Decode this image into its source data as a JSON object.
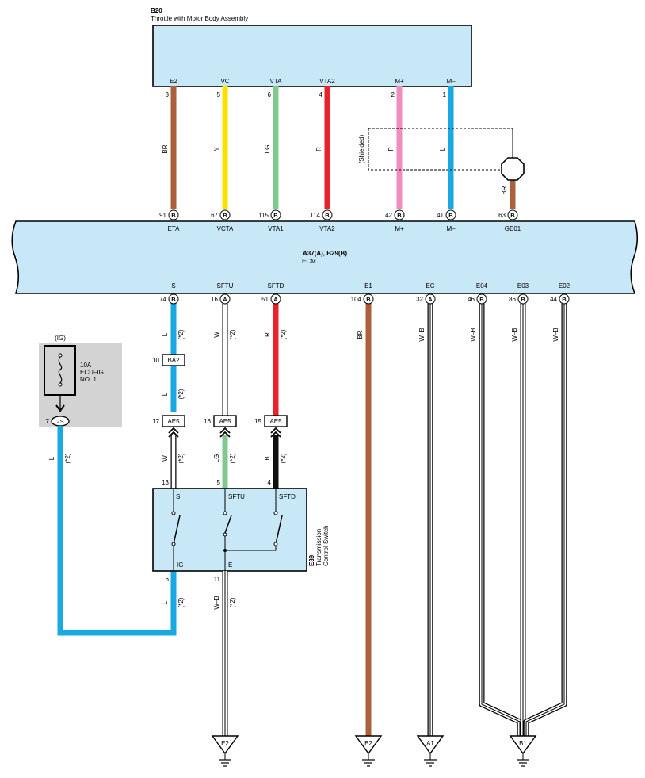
{
  "throttle": {
    "id": "B20",
    "name": "Throttle with Motor Body Assembly",
    "pins": [
      {
        "label": "E2",
        "num": "3",
        "wire": "BR"
      },
      {
        "label": "VC",
        "num": "5",
        "wire": "Y"
      },
      {
        "label": "VTA",
        "num": "6",
        "wire": "LG"
      },
      {
        "label": "VTA2",
        "num": "4",
        "wire": "R"
      },
      {
        "label": "M+",
        "num": "2",
        "wire": "P"
      },
      {
        "label": "M–",
        "num": "1",
        "wire": "L"
      }
    ],
    "shielded": "(Shielded)",
    "shield_wire": "BR"
  },
  "ecm": {
    "id": "A37(A), B29(B)",
    "name": "ECM",
    "top_pins": [
      {
        "label": "ETA",
        "num": "91",
        "conn": "B"
      },
      {
        "label": "VCTA",
        "num": "67",
        "conn": "B"
      },
      {
        "label": "VTA1",
        "num": "115",
        "conn": "B"
      },
      {
        "label": "VTA2",
        "num": "114",
        "conn": "B"
      },
      {
        "label": "M+",
        "num": "42",
        "conn": "B"
      },
      {
        "label": "M–",
        "num": "41",
        "conn": "B"
      },
      {
        "label": "GE01",
        "num": "63",
        "conn": "B"
      }
    ],
    "bottom_pins": [
      {
        "label": "S",
        "num": "74",
        "conn": "B"
      },
      {
        "label": "SFTU",
        "num": "16",
        "conn": "A"
      },
      {
        "label": "SFTD",
        "num": "51",
        "conn": "A"
      },
      {
        "label": "E1",
        "num": "104",
        "conn": "B"
      },
      {
        "label": "EC",
        "num": "32",
        "conn": "A"
      },
      {
        "label": "E04",
        "num": "46",
        "conn": "B"
      },
      {
        "label": "E03",
        "num": "86",
        "conn": "B"
      },
      {
        "label": "E02",
        "num": "44",
        "conn": "B"
      }
    ]
  },
  "fuse": {
    "ig": "(IG)",
    "rating": "10A",
    "name1": "ECU–IG",
    "name2": "NO. 1",
    "conn_num": "7",
    "conn": "2S"
  },
  "wire_labels": {
    "fuse_out": "L",
    "note": "(*2)",
    "s_upper": "L",
    "s_mid": "L",
    "s_lower": "W",
    "sftu_upper": "W",
    "sftu_lower": "LG",
    "sftd_upper": "R",
    "sftd_lower": "B",
    "ig_out": "L",
    "e_out": "W–B",
    "e1": "BR",
    "ec": "W–B",
    "e04": "W–B",
    "e03": "W–B",
    "e02": "W–B"
  },
  "junctions": {
    "ba2": {
      "num": "10",
      "name": "BA2"
    },
    "ae5": [
      {
        "num": "17",
        "name": "AE5"
      },
      {
        "num": "16",
        "name": "AE5"
      },
      {
        "num": "15",
        "name": "AE5"
      }
    ]
  },
  "switch": {
    "id": "E39",
    "name1": "Transmission",
    "name2": "Control Switch",
    "pin_nums": [
      "13",
      "5",
      "4"
    ],
    "pin_labels": [
      "S",
      "SFTU",
      "SFTD"
    ],
    "bottom_nums": [
      "6",
      "11"
    ],
    "bottom_labels": [
      "IG",
      "E"
    ]
  },
  "grounds": [
    "E2",
    "B2",
    "A1",
    "B1"
  ],
  "colors": {
    "box_fill": "#c9e8f7",
    "brown": "#a9603b",
    "yellow": "#ffe000",
    "light_green": "#7fc98f",
    "red": "#e8212a",
    "pink": "#f08cc0",
    "blue": "#1aa8e0",
    "black": "#111111",
    "fuse_bg": "#d3d3d3"
  }
}
